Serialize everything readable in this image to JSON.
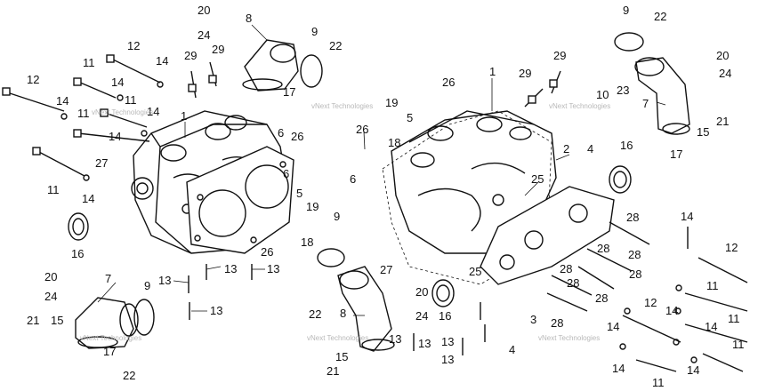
{
  "watermark": "vNext Technologies",
  "callouts": [
    {
      "id": "c1",
      "text": "20"
    },
    {
      "id": "c2",
      "text": "8"
    },
    {
      "id": "c3",
      "text": "24"
    },
    {
      "id": "c4",
      "text": "29"
    },
    {
      "id": "c5",
      "text": "9"
    },
    {
      "id": "c6",
      "text": "22"
    },
    {
      "id": "c7",
      "text": "29"
    },
    {
      "id": "c8",
      "text": "17"
    },
    {
      "id": "c9",
      "text": "12"
    },
    {
      "id": "c10",
      "text": "11"
    },
    {
      "id": "c11",
      "text": "14"
    },
    {
      "id": "c12",
      "text": "12"
    },
    {
      "id": "c13",
      "text": "14"
    },
    {
      "id": "c14",
      "text": "11"
    },
    {
      "id": "c15",
      "text": "14"
    },
    {
      "id": "c16",
      "text": "14"
    },
    {
      "id": "c17",
      "text": "11"
    },
    {
      "id": "c18",
      "text": "1"
    },
    {
      "id": "c19",
      "text": "6"
    },
    {
      "id": "c20",
      "text": "26"
    },
    {
      "id": "c21",
      "text": "14"
    },
    {
      "id": "c22",
      "text": "27"
    },
    {
      "id": "c23",
      "text": "6"
    },
    {
      "id": "c24",
      "text": "11"
    },
    {
      "id": "c25",
      "text": "14"
    },
    {
      "id": "c26",
      "text": "16"
    },
    {
      "id": "c27",
      "text": "5"
    },
    {
      "id": "c28",
      "text": "19"
    },
    {
      "id": "c29",
      "text": "18"
    },
    {
      "id": "c30",
      "text": "26"
    },
    {
      "id": "c31",
      "text": "13"
    },
    {
      "id": "c32",
      "text": "13"
    },
    {
      "id": "c33",
      "text": "13"
    },
    {
      "id": "c34",
      "text": "13"
    },
    {
      "id": "c35",
      "text": "20"
    },
    {
      "id": "c36",
      "text": "7"
    },
    {
      "id": "c37",
      "text": "9"
    },
    {
      "id": "c38",
      "text": "24"
    },
    {
      "id": "c39",
      "text": "21"
    },
    {
      "id": "c40",
      "text": "15"
    },
    {
      "id": "c41",
      "text": "17"
    },
    {
      "id": "c42",
      "text": "22"
    },
    {
      "id": "c43",
      "text": "9"
    },
    {
      "id": "c44",
      "text": "22"
    },
    {
      "id": "c45",
      "text": "8"
    },
    {
      "id": "c46",
      "text": "27"
    },
    {
      "id": "c47",
      "text": "20"
    },
    {
      "id": "c48",
      "text": "16"
    },
    {
      "id": "c49",
      "text": "24"
    },
    {
      "id": "c50",
      "text": "13"
    },
    {
      "id": "c51",
      "text": "13"
    },
    {
      "id": "c52",
      "text": "15"
    },
    {
      "id": "c53",
      "text": "21"
    },
    {
      "id": "c54",
      "text": "13"
    },
    {
      "id": "c55",
      "text": "13"
    },
    {
      "id": "c56",
      "text": "26"
    },
    {
      "id": "c57",
      "text": "1"
    },
    {
      "id": "c58",
      "text": "29"
    },
    {
      "id": "c59",
      "text": "29"
    },
    {
      "id": "c60",
      "text": "19"
    },
    {
      "id": "c61",
      "text": "5"
    },
    {
      "id": "c62",
      "text": "18"
    },
    {
      "id": "c63",
      "text": "26"
    },
    {
      "id": "c64",
      "text": "6"
    },
    {
      "id": "c65",
      "text": "2"
    },
    {
      "id": "c66",
      "text": "4"
    },
    {
      "id": "c67",
      "text": "25"
    },
    {
      "id": "c68",
      "text": "25"
    },
    {
      "id": "c69",
      "text": "3"
    },
    {
      "id": "c70",
      "text": "4"
    },
    {
      "id": "c71",
      "text": "9"
    },
    {
      "id": "c72",
      "text": "22"
    },
    {
      "id": "c73",
      "text": "20"
    },
    {
      "id": "c74",
      "text": "24"
    },
    {
      "id": "c75",
      "text": "10"
    },
    {
      "id": "c76",
      "text": "23"
    },
    {
      "id": "c77",
      "text": "7"
    },
    {
      "id": "c78",
      "text": "15"
    },
    {
      "id": "c79",
      "text": "21"
    },
    {
      "id": "c80",
      "text": "17"
    },
    {
      "id": "c81",
      "text": "16"
    },
    {
      "id": "c82",
      "text": "28"
    },
    {
      "id": "c83",
      "text": "28"
    },
    {
      "id": "c84",
      "text": "28"
    },
    {
      "id": "c85",
      "text": "28"
    },
    {
      "id": "c86",
      "text": "28"
    },
    {
      "id": "c87",
      "text": "28"
    },
    {
      "id": "c88",
      "text": "28"
    },
    {
      "id": "c89",
      "text": "28"
    },
    {
      "id": "c90",
      "text": "14"
    },
    {
      "id": "c91",
      "text": "12"
    },
    {
      "id": "c92",
      "text": "11"
    },
    {
      "id": "c93",
      "text": "14"
    },
    {
      "id": "c94",
      "text": "12"
    },
    {
      "id": "c95",
      "text": "11"
    },
    {
      "id": "c96",
      "text": "14"
    },
    {
      "id": "c97",
      "text": "14"
    },
    {
      "id": "c98",
      "text": "11"
    },
    {
      "id": "c99",
      "text": "14"
    },
    {
      "id": "c100",
      "text": "14"
    },
    {
      "id": "c101",
      "text": "11"
    }
  ]
}
